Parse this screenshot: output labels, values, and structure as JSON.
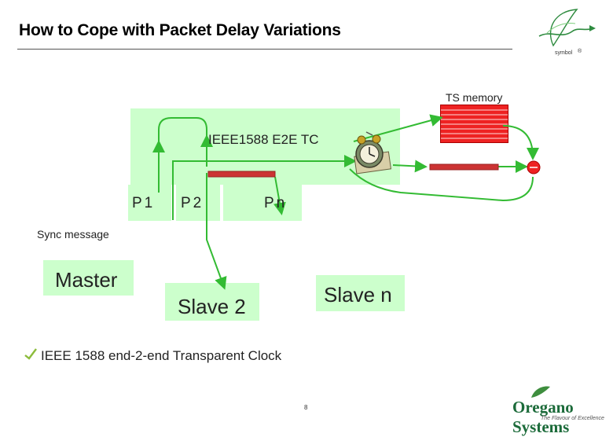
{
  "title": "How to Cope with Packet Delay Variations",
  "brand": {
    "top_logo_text": "symbol",
    "bottom_logo_text": "Oregano Systems",
    "tagline": "The Flavour of Excellence"
  },
  "diagram": {
    "ts_memory_label": "TS memory",
    "tc_label": "IEEE1588 E2E TC",
    "ports": [
      "P1",
      "P2",
      "Pn"
    ],
    "sync_label": "Sync message",
    "nodes": {
      "master": "Master",
      "slave2": "Slave 2",
      "slaven": "Slave n"
    }
  },
  "bullet": "IEEE 1588 end-2-end Transparent Clock",
  "page_number": "8",
  "colors": {
    "box_fill": "#ccffcc",
    "arrow": "#33bb33",
    "memory": "#ee2222",
    "bar": "#cc3333"
  }
}
